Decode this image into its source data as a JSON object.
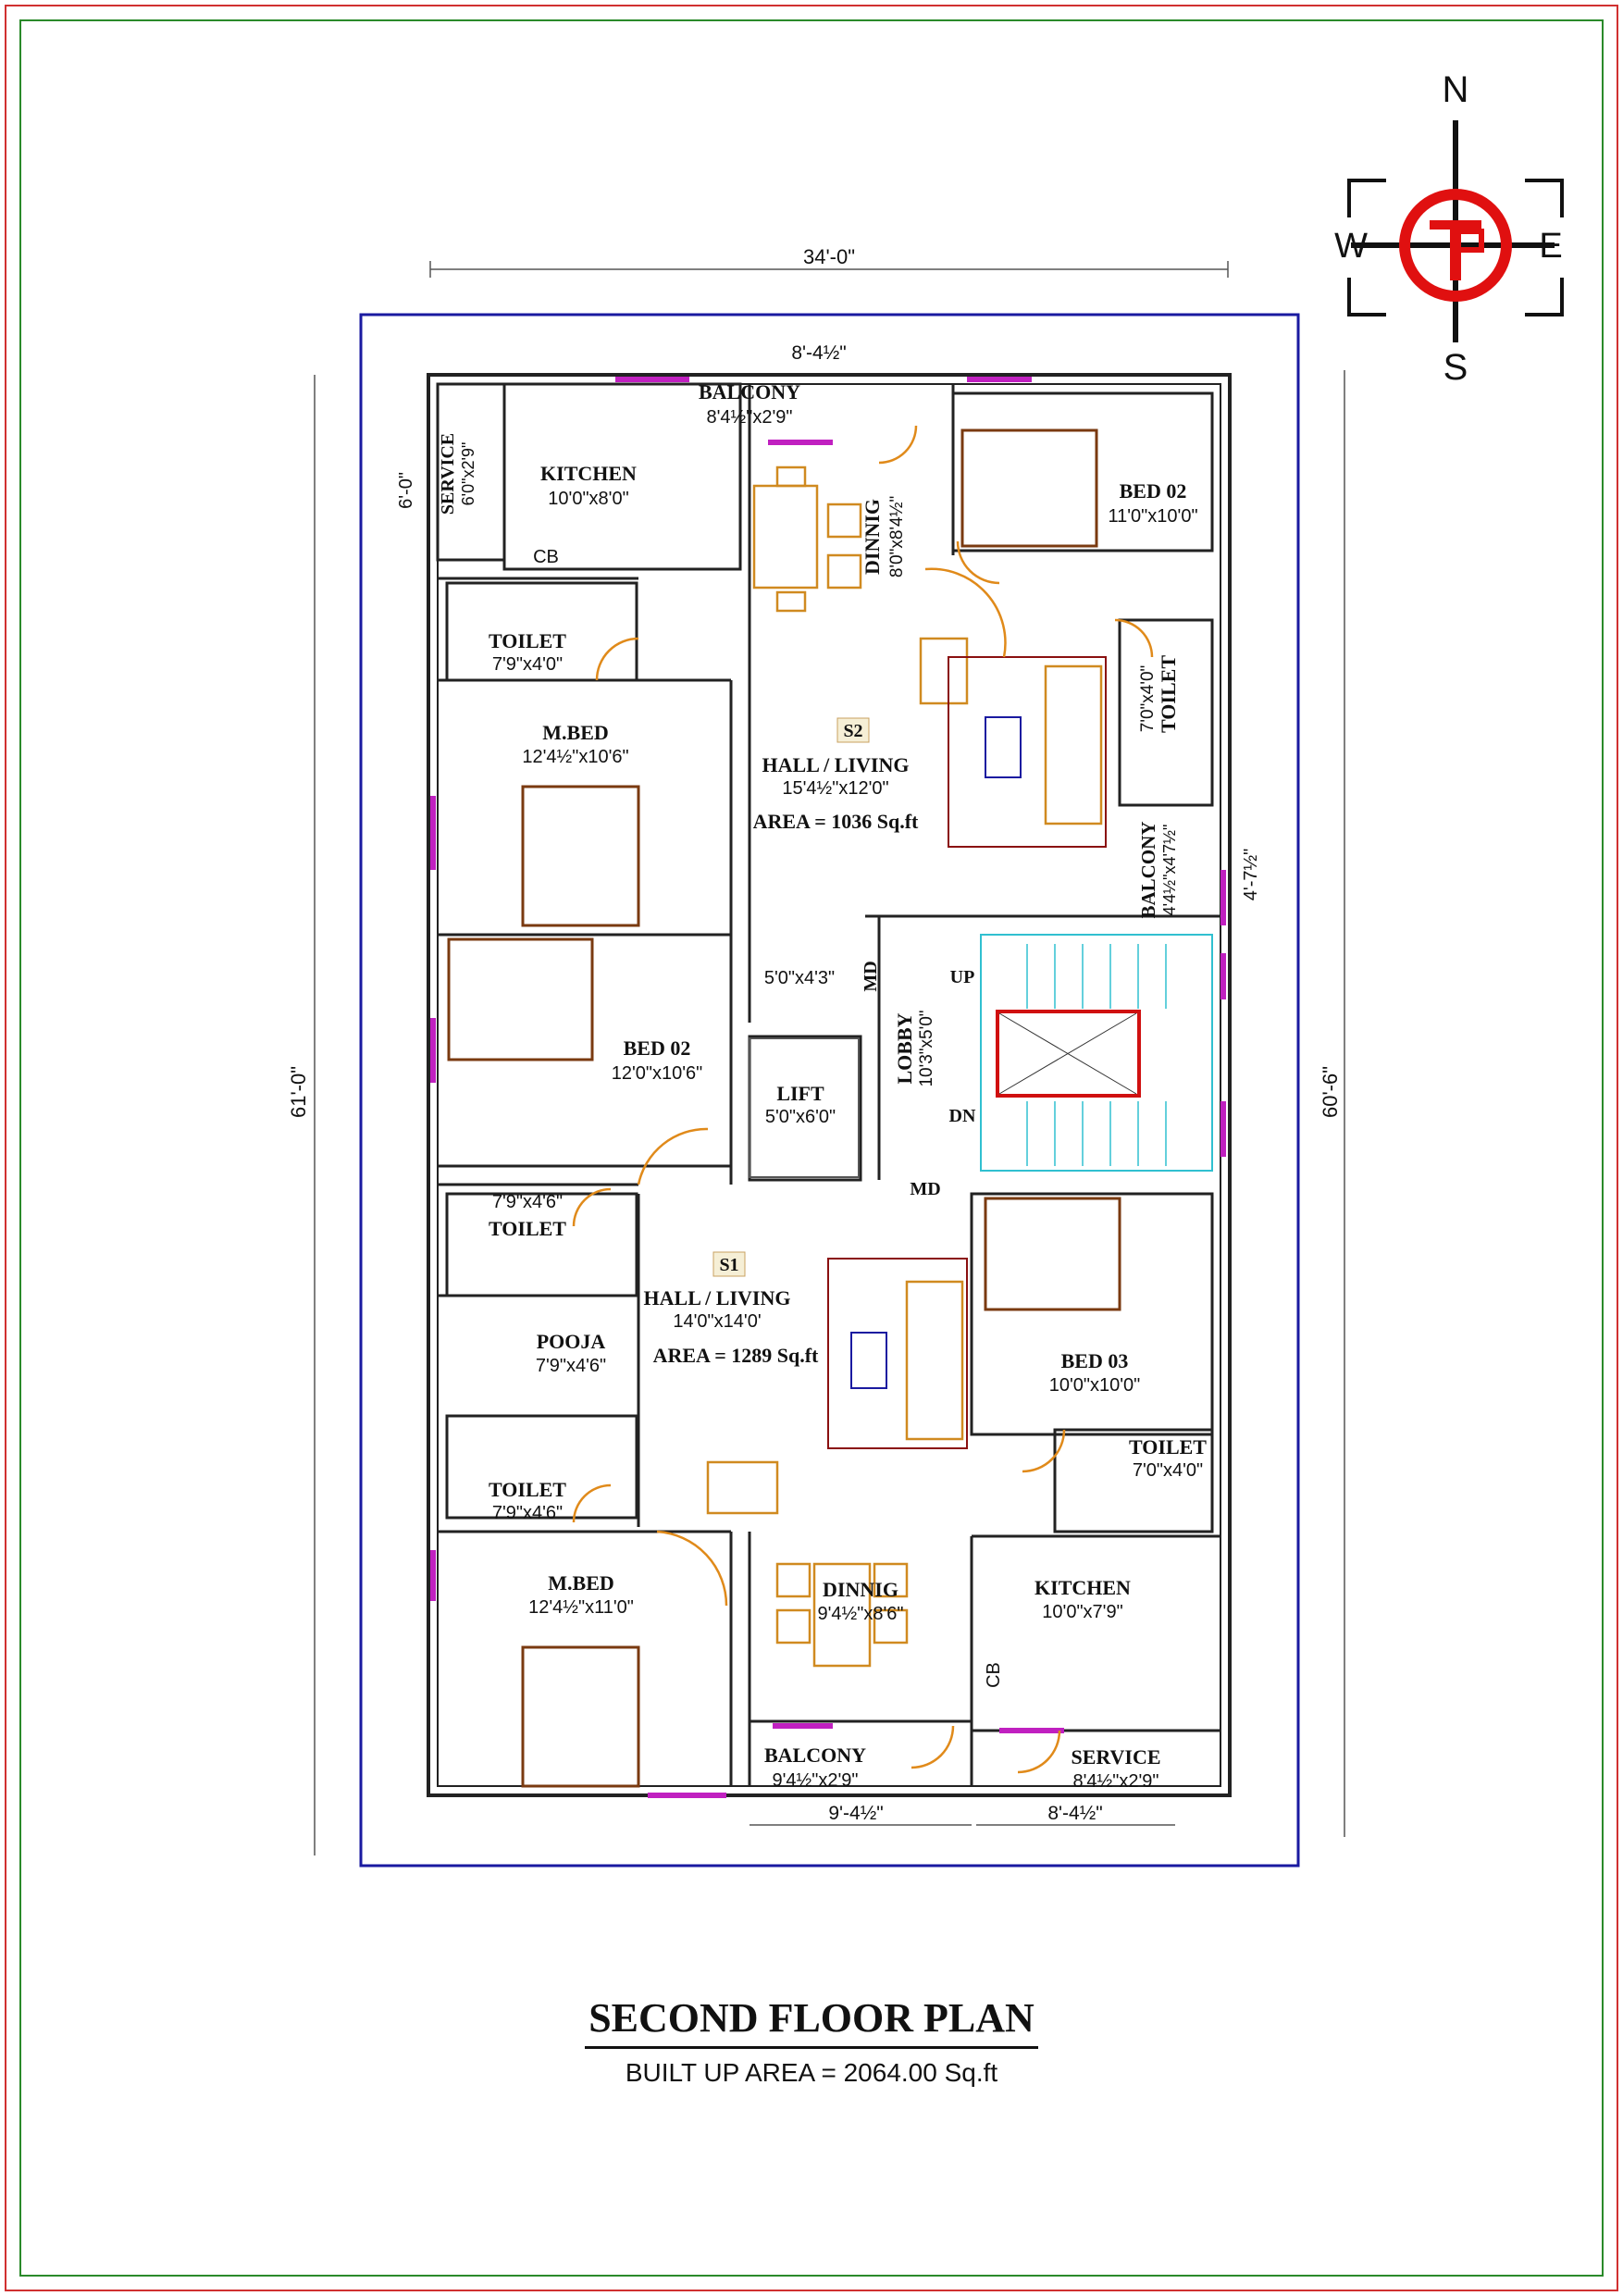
{
  "title": "SECOND FLOOR PLAN",
  "built_up_area": "BUILT UP AREA = 2064.00 Sq.ft",
  "compass": {
    "n": "N",
    "s": "S",
    "e": "E",
    "w": "W"
  },
  "dimensions": {
    "overall_width": "34'-0\"",
    "overall_depth_left": "61'-0\"",
    "overall_depth_right": "60'-6\"",
    "top_balcony_width": "8'-4½\"",
    "service_height": "6'-0\"",
    "east_balcony_height": "4'-7½\"",
    "bottom_balcony_width": "9'-4½\"",
    "bottom_service_width": "8'-4½\""
  },
  "units": {
    "s2": {
      "tag": "S2",
      "hall_name": "HALL / LIVING",
      "hall_size": "15'4½\"x12'0\"",
      "area": "AREA = 1036 Sq.ft"
    },
    "s1": {
      "tag": "S1",
      "hall_name": "HALL / LIVING",
      "hall_size": "14'0\"x14'0'",
      "area": "AREA = 1289 Sq.ft"
    }
  },
  "rooms": {
    "kitchen_top": {
      "name": "KITCHEN",
      "size": "10'0\"x8'0\""
    },
    "service_top": {
      "name": "SERVICE",
      "size": "6'0\"x2'9\""
    },
    "cb_top": "CB",
    "balcony_top": {
      "name": "BALCONY",
      "size": "8'4½\"x2'9\""
    },
    "dinning_top": {
      "name": "DINNIG",
      "size": "8'0\"x8'4½\""
    },
    "bed02_ne": {
      "name": "BED 02",
      "size": "11'0\"x10'0\""
    },
    "toilet_nw": {
      "name": "TOILET",
      "size": "7'9\"x4'0\""
    },
    "toilet_ne": {
      "name": "TOILET",
      "size": "7'0\"x4'0\""
    },
    "mbed_top": {
      "name": "M.BED",
      "size": "12'4½\"x10'6\""
    },
    "balcony_east": {
      "name": "BALCONY",
      "size": "4'4½\"x4'7½\""
    },
    "bed02_w": {
      "name": "BED 02",
      "size": "12'0\"x10'6\""
    },
    "md_label": "MD",
    "md_size": "5'0\"x4'3\"",
    "lobby": {
      "name": "LOBBY",
      "size": "10'3\"x5'0\""
    },
    "lift": {
      "name": "LIFT",
      "size": "5'0\"x6'0\""
    },
    "stair_up": "UP",
    "stair_dn": "DN",
    "md_label_2": "MD",
    "toilet_w1": {
      "name": "TOILET",
      "size": "7'9\"x4'6\""
    },
    "pooja": {
      "name": "POOJA",
      "size": "7'9\"x4'6\""
    },
    "toilet_w2": {
      "name": "TOILET",
      "size": "7'9\"x4'6\""
    },
    "bed03": {
      "name": "BED 03",
      "size": "10'0\"x10'0\""
    },
    "toilet_se": {
      "name": "TOILET",
      "size": "7'0\"x4'0\""
    },
    "mbed_bottom": {
      "name": "M.BED",
      "size": "12'4½\"x11'0\""
    },
    "dinning_bottom": {
      "name": "DINNIG",
      "size": "9'4½\"x8'6\""
    },
    "kitchen_bottom": {
      "name": "KITCHEN",
      "size": "10'0\"x7'9\""
    },
    "cb_bottom": "CB",
    "balcony_bottom": {
      "name": "BALCONY",
      "size": "9'4½\"x2'9\""
    },
    "service_bottom": {
      "name": "SERVICE",
      "size": "8'4½\"x2'9\""
    }
  },
  "colors": {
    "border_outer": "#d03030",
    "border_inner": "#2a8a2a",
    "plot_boundary": "#1a1aa0",
    "walls": "#222222",
    "windows": "#c020c0",
    "furniture": "#d08a20",
    "beds": "#7a3a10",
    "lift_shaft": "#d01010"
  }
}
